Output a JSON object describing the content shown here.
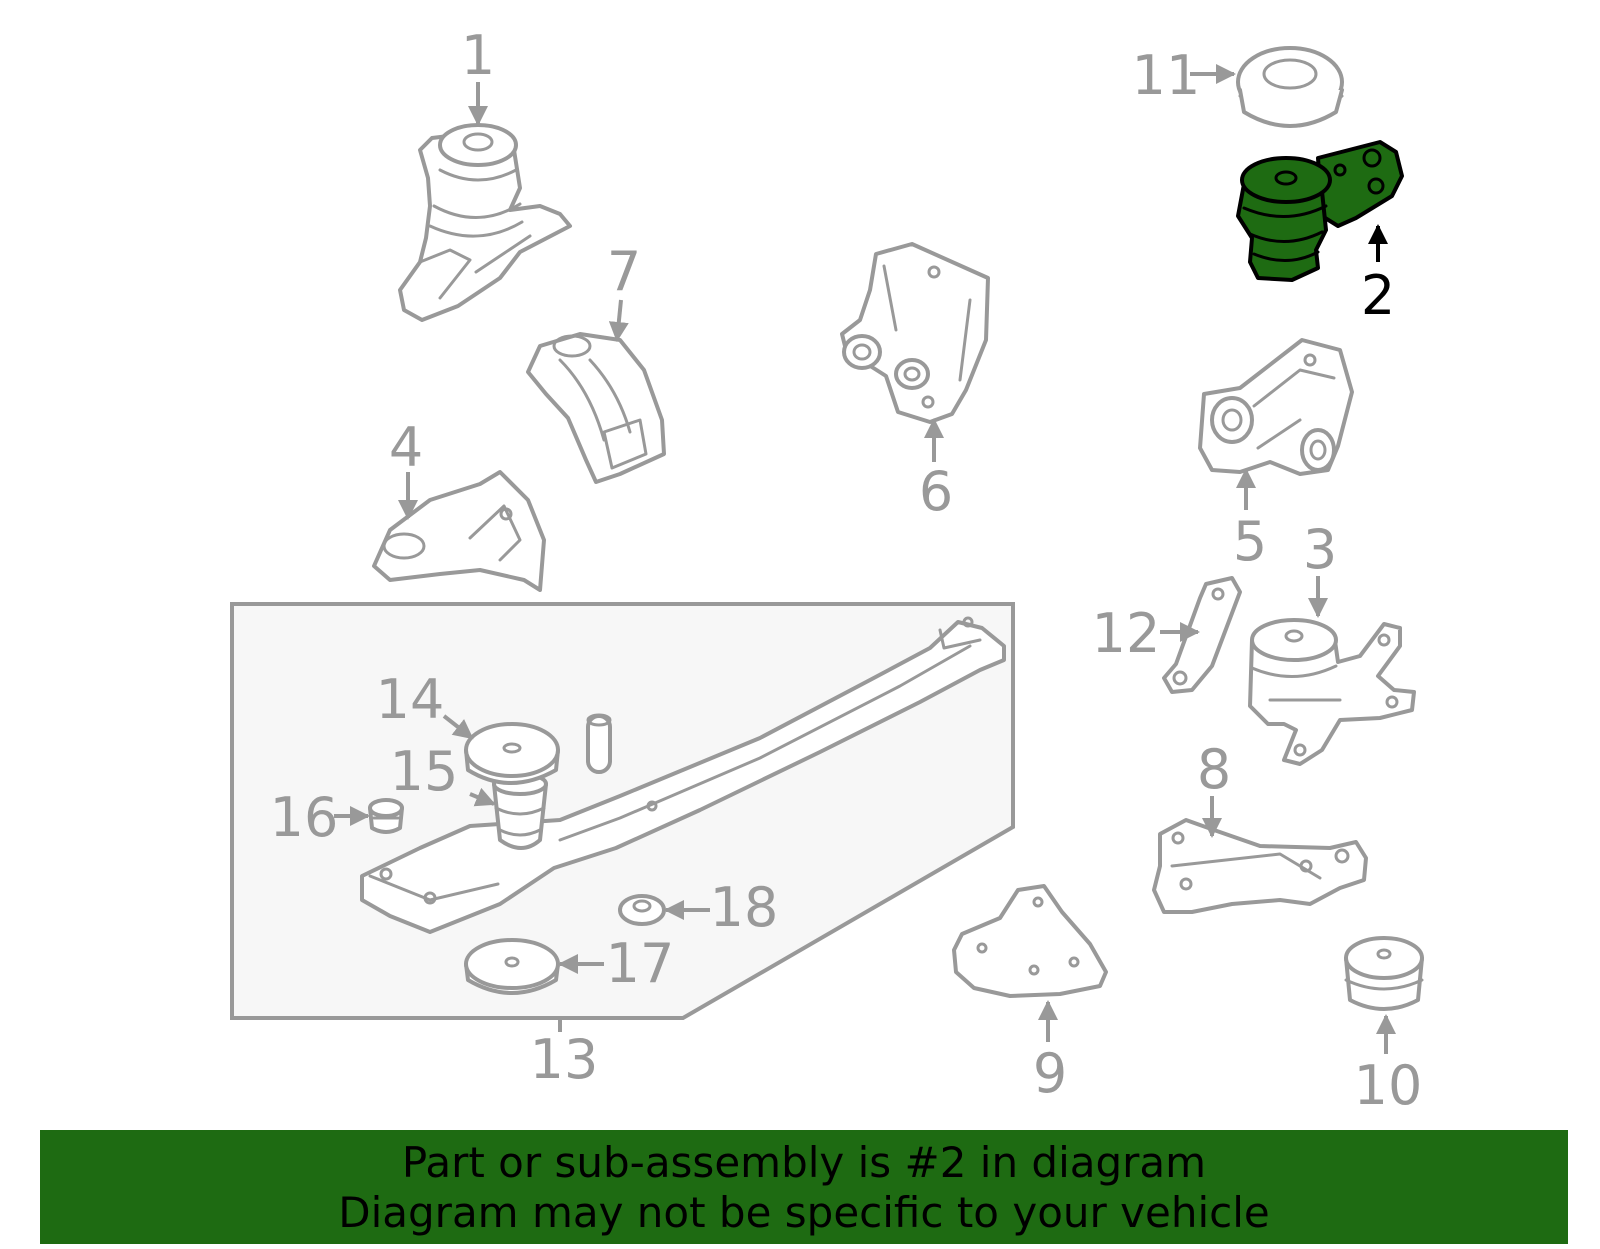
{
  "callouts": {
    "c1": "1",
    "c2": "2",
    "c3": "3",
    "c4": "4",
    "c5": "5",
    "c6": "6",
    "c7": "7",
    "c8": "8",
    "c9": "9",
    "c10": "10",
    "c11": "11",
    "c12": "12",
    "c13": "13",
    "c14": "14",
    "c15": "15",
    "c16": "16",
    "c17": "17",
    "c18": "18"
  },
  "highlighted_part": "2",
  "colors": {
    "highlight": "#1e6b12",
    "line_art": "#999999",
    "banner": "#1e6b12"
  },
  "banner": {
    "line1": "Part or sub-assembly is #2 in diagram",
    "line2": "Diagram may not be specific to your vehicle"
  }
}
